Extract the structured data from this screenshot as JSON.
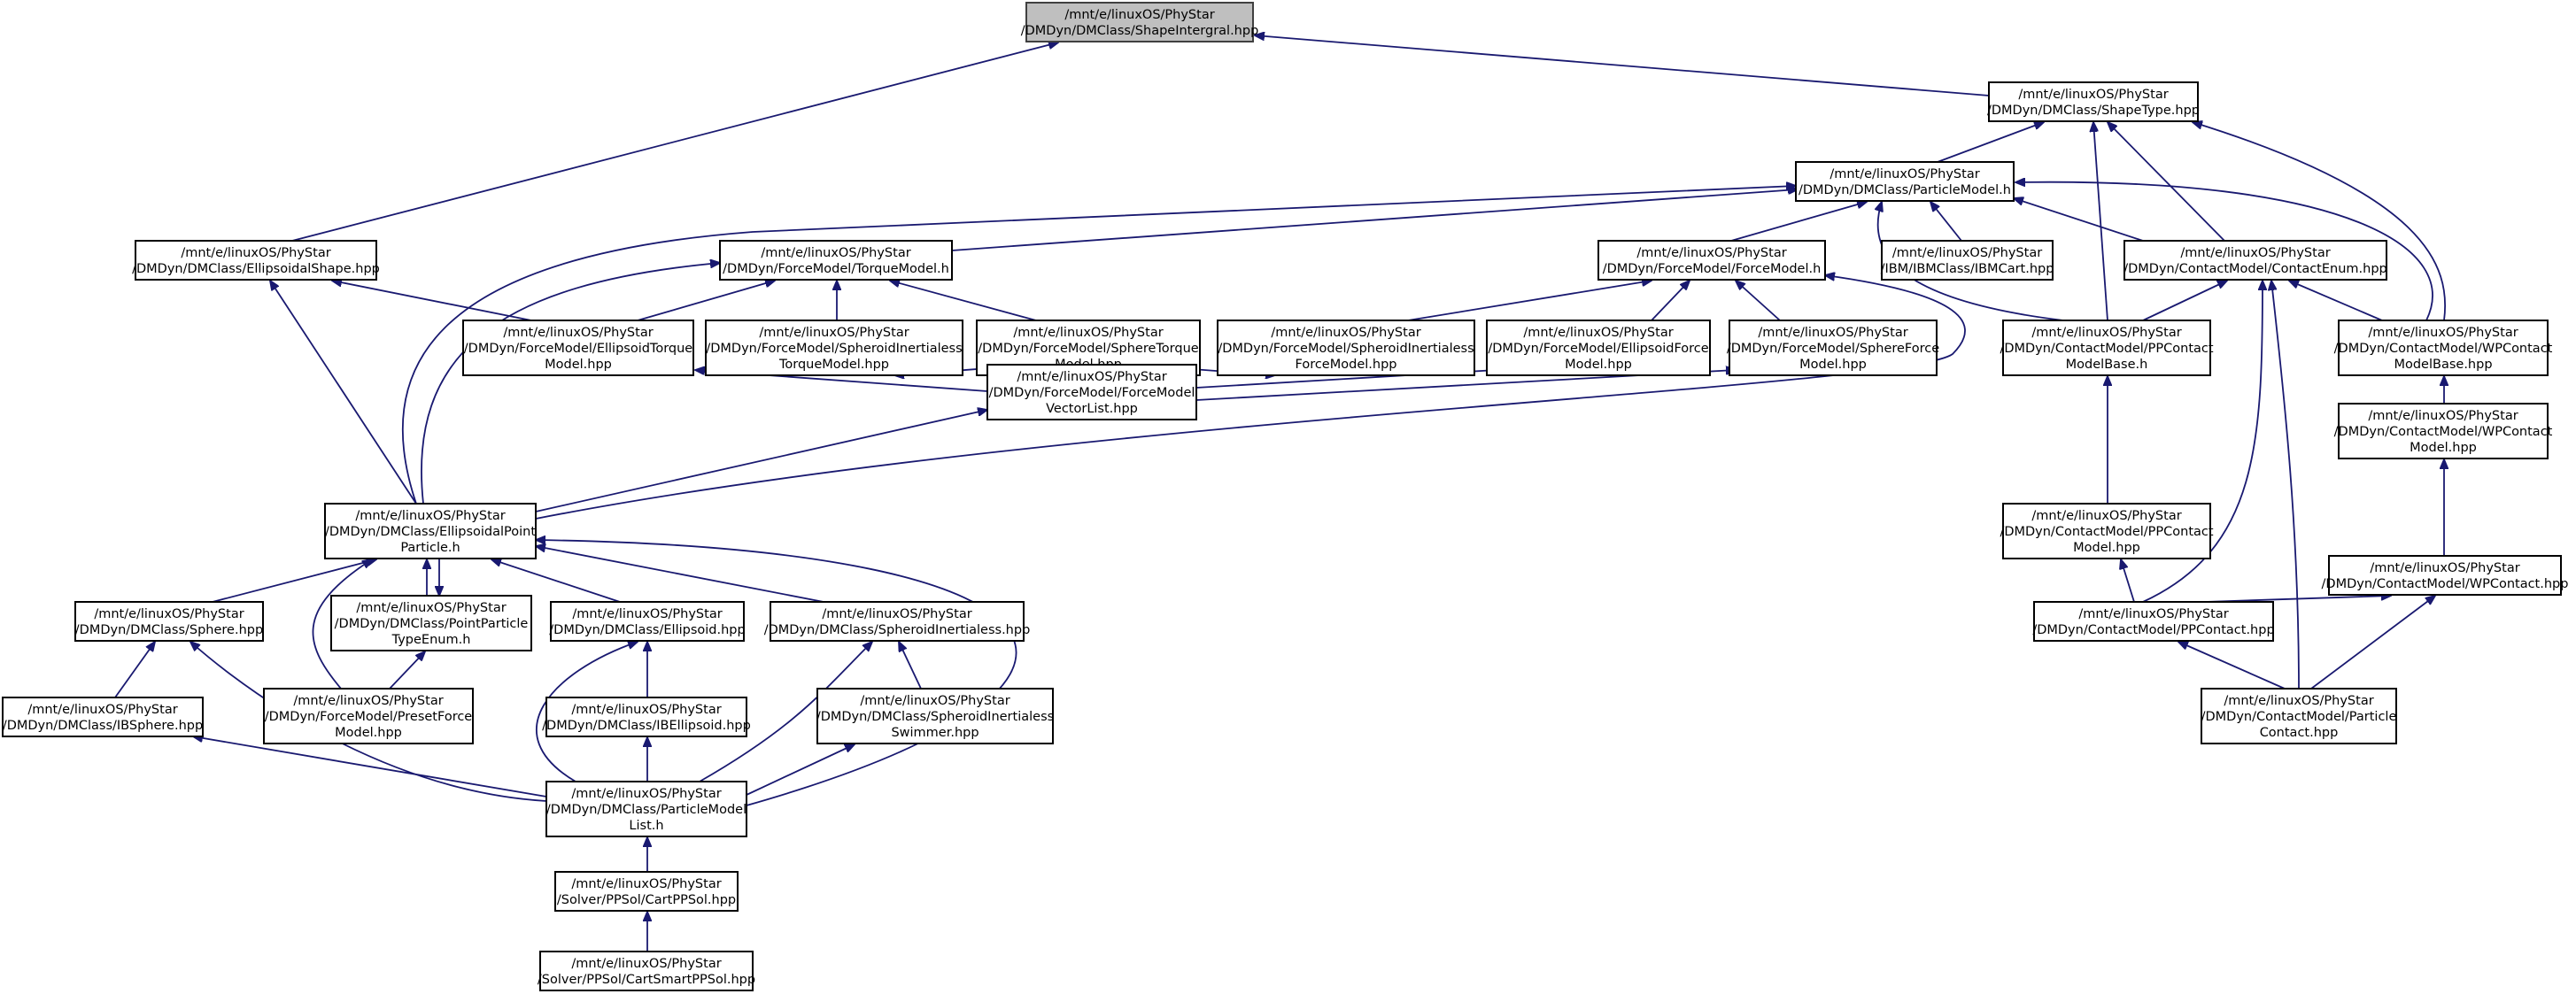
{
  "nodes": [
    {
      "id": "shapeintergral",
      "lines": [
        "/mnt/e/linuxOS/PhyStar",
        "/DMDyn/DMClass/ShapeIntergral.hpp"
      ],
      "root": true
    },
    {
      "id": "shapetype",
      "lines": [
        "/mnt/e/linuxOS/PhyStar",
        "/DMDyn/DMClass/ShapeType.hpp"
      ]
    },
    {
      "id": "particlemodel",
      "lines": [
        "/mnt/e/linuxOS/PhyStar",
        "/DMDyn/DMClass/ParticleModel.h"
      ]
    },
    {
      "id": "ellipsoidalshape",
      "lines": [
        "/mnt/e/linuxOS/PhyStar",
        "/DMDyn/DMClass/EllipsoidalShape.hpp"
      ]
    },
    {
      "id": "torquemodel",
      "lines": [
        "/mnt/e/linuxOS/PhyStar",
        "/DMDyn/ForceModel/TorqueModel.h"
      ]
    },
    {
      "id": "forcemodel",
      "lines": [
        "/mnt/e/linuxOS/PhyStar",
        "/DMDyn/ForceModel/ForceModel.h"
      ]
    },
    {
      "id": "ibmcart",
      "lines": [
        "/mnt/e/linuxOS/PhyStar",
        "/IBM/IBMClass/IBMCart.hpp"
      ]
    },
    {
      "id": "contactenum",
      "lines": [
        "/mnt/e/linuxOS/PhyStar",
        "/DMDyn/ContactModel/ContactEnum.hpp"
      ]
    },
    {
      "id": "ellipsoidtorque",
      "lines": [
        "/mnt/e/linuxOS/PhyStar",
        "/DMDyn/ForceModel/EllipsoidTorque",
        "Model.hpp"
      ]
    },
    {
      "id": "spheroidinertialesstorque",
      "lines": [
        "/mnt/e/linuxOS/PhyStar",
        "/DMDyn/ForceModel/SpheroidInertialess",
        "TorqueModel.hpp"
      ]
    },
    {
      "id": "spheretorque",
      "lines": [
        "/mnt/e/linuxOS/PhyStar",
        "/DMDyn/ForceModel/SphereTorque",
        "Model.hpp"
      ]
    },
    {
      "id": "spheroidinertialessforce",
      "lines": [
        "/mnt/e/linuxOS/PhyStar",
        "/DMDyn/ForceModel/SpheroidInertialess",
        "ForceModel.hpp"
      ]
    },
    {
      "id": "ellipsoidforce",
      "lines": [
        "/mnt/e/linuxOS/PhyStar",
        "/DMDyn/ForceModel/EllipsoidForce",
        "Model.hpp"
      ]
    },
    {
      "id": "sphereforce",
      "lines": [
        "/mnt/e/linuxOS/PhyStar",
        "/DMDyn/ForceModel/SphereForce",
        "Model.hpp"
      ]
    },
    {
      "id": "ppcontactmodelbase",
      "lines": [
        "/mnt/e/linuxOS/PhyStar",
        "/DMDyn/ContactModel/PPContact",
        "ModelBase.h"
      ]
    },
    {
      "id": "wpcontactmodelbase",
      "lines": [
        "/mnt/e/linuxOS/PhyStar",
        "/DMDyn/ContactModel/WPContact",
        "ModelBase.hpp"
      ]
    },
    {
      "id": "forcemodelvectorlist",
      "lines": [
        "/mnt/e/linuxOS/PhyStar",
        "/DMDyn/ForceModel/ForceModel",
        "VectorList.hpp"
      ]
    },
    {
      "id": "wpcontactmodel",
      "lines": [
        "/mnt/e/linuxOS/PhyStar",
        "/DMDyn/ContactModel/WPContact",
        "Model.hpp"
      ]
    },
    {
      "id": "ellipsoidalpointparticle",
      "lines": [
        "/mnt/e/linuxOS/PhyStar",
        "/DMDyn/DMClass/EllipsoidalPoint",
        "Particle.h"
      ]
    },
    {
      "id": "ppcontactmodel",
      "lines": [
        "/mnt/e/linuxOS/PhyStar",
        "/DMDyn/ContactModel/PPContact",
        "Model.hpp"
      ]
    },
    {
      "id": "wpcontact",
      "lines": [
        "/mnt/e/linuxOS/PhyStar",
        "/DMDyn/ContactModel/WPContact.hpp"
      ]
    },
    {
      "id": "sphere",
      "lines": [
        "/mnt/e/linuxOS/PhyStar",
        "/DMDyn/DMClass/Sphere.hpp"
      ]
    },
    {
      "id": "pointparticletypeenum",
      "lines": [
        "/mnt/e/linuxOS/PhyStar",
        "/DMDyn/DMClass/PointParticle",
        "TypeEnum.h"
      ]
    },
    {
      "id": "ellipsoid",
      "lines": [
        "/mnt/e/linuxOS/PhyStar",
        "/DMDyn/DMClass/Ellipsoid.hpp"
      ]
    },
    {
      "id": "spheroidinertialess",
      "lines": [
        "/mnt/e/linuxOS/PhyStar",
        "/DMDyn/DMClass/SpheroidInertialess.hpp"
      ]
    },
    {
      "id": "ppcontact",
      "lines": [
        "/mnt/e/linuxOS/PhyStar",
        "/DMDyn/ContactModel/PPContact.hpp"
      ]
    },
    {
      "id": "ibsphere",
      "lines": [
        "/mnt/e/linuxOS/PhyStar",
        "/DMDyn/DMClass/IBSphere.hpp"
      ]
    },
    {
      "id": "presetforce",
      "lines": [
        "/mnt/e/linuxOS/PhyStar",
        "/DMDyn/ForceModel/PresetForce",
        "Model.hpp"
      ]
    },
    {
      "id": "ibellipsoid",
      "lines": [
        "/mnt/e/linuxOS/PhyStar",
        "/DMDyn/DMClass/IBEllipsoid.hpp"
      ]
    },
    {
      "id": "spheroidinertialessswimmer",
      "lines": [
        "/mnt/e/linuxOS/PhyStar",
        "/DMDyn/DMClass/SpheroidInertialess",
        "Swimmer.hpp"
      ]
    },
    {
      "id": "particlecontact",
      "lines": [
        "/mnt/e/linuxOS/PhyStar",
        "/DMDyn/ContactModel/Particle",
        "Contact.hpp"
      ]
    },
    {
      "id": "particlemodellist",
      "lines": [
        "/mnt/e/linuxOS/PhyStar",
        "/DMDyn/DMClass/ParticleModel",
        "List.h"
      ]
    },
    {
      "id": "cartppsol",
      "lines": [
        "/mnt/e/linuxOS/PhyStar",
        "/Solver/PPSol/CartPPSol.hpp"
      ]
    },
    {
      "id": "cartsmartppsol",
      "lines": [
        "/mnt/e/linuxOS/PhyStar",
        "/Solver/PPSol/CartSmartPPSol.hpp"
      ]
    }
  ],
  "edges": [
    {
      "from": "shapetype",
      "to": "shapeintergral"
    },
    {
      "from": "ellipsoidalshape",
      "to": "shapeintergral"
    },
    {
      "from": "particlemodel",
      "to": "shapetype"
    },
    {
      "from": "ppcontactmodelbase",
      "to": "shapetype"
    },
    {
      "from": "contactenum",
      "to": "shapetype"
    },
    {
      "from": "wpcontactmodelbase",
      "to": "shapetype"
    },
    {
      "from": "torquemodel",
      "to": "particlemodel"
    },
    {
      "from": "forcemodel",
      "to": "particlemodel"
    },
    {
      "from": "ibmcart",
      "to": "particlemodel"
    },
    {
      "from": "contactenum",
      "to": "particlemodel"
    },
    {
      "from": "ppcontactmodelbase",
      "to": "particlemodel"
    },
    {
      "from": "wpcontactmodelbase",
      "to": "particlemodel"
    },
    {
      "from": "ellipsoidalpointparticle",
      "to": "particlemodel"
    },
    {
      "from": "ellipsoidtorque",
      "to": "ellipsoidalshape"
    },
    {
      "from": "ellipsoidalpointparticle",
      "to": "ellipsoidalshape"
    },
    {
      "from": "ellipsoidtorque",
      "to": "torquemodel"
    },
    {
      "from": "spheroidinertialesstorque",
      "to": "torquemodel"
    },
    {
      "from": "spheretorque",
      "to": "torquemodel"
    },
    {
      "from": "ellipsoidalpointparticle",
      "to": "torquemodel"
    },
    {
      "from": "spheroidinertialessforce",
      "to": "forcemodel"
    },
    {
      "from": "ellipsoidforce",
      "to": "forcemodel"
    },
    {
      "from": "sphereforce",
      "to": "forcemodel"
    },
    {
      "from": "ellipsoidalpointparticle",
      "to": "forcemodel"
    },
    {
      "from": "ppcontactmodelbase",
      "to": "contactenum"
    },
    {
      "from": "wpcontactmodelbase",
      "to": "contactenum"
    },
    {
      "from": "ppcontact",
      "to": "contactenum"
    },
    {
      "from": "particlecontact",
      "to": "contactenum"
    },
    {
      "from": "forcemodelvectorlist",
      "to": "ellipsoidtorque"
    },
    {
      "from": "forcemodelvectorlist",
      "to": "spheroidinertialesstorque"
    },
    {
      "from": "forcemodelvectorlist",
      "to": "spheretorque"
    },
    {
      "from": "forcemodelvectorlist",
      "to": "spheroidinertialessforce"
    },
    {
      "from": "forcemodelvectorlist",
      "to": "ellipsoidforce"
    },
    {
      "from": "forcemodelvectorlist",
      "to": "sphereforce"
    },
    {
      "from": "ellipsoidalpointparticle",
      "to": "forcemodelvectorlist"
    },
    {
      "from": "ppcontactmodel",
      "to": "ppcontactmodelbase"
    },
    {
      "from": "wpcontactmodel",
      "to": "wpcontactmodelbase"
    },
    {
      "from": "wpcontact",
      "to": "wpcontactmodel"
    },
    {
      "from": "ppcontact",
      "to": "ppcontactmodel"
    },
    {
      "from": "ppcontact",
      "to": "wpcontact"
    },
    {
      "from": "particlecontact",
      "to": "wpcontact"
    },
    {
      "from": "particlecontact",
      "to": "ppcontact"
    },
    {
      "from": "sphere",
      "to": "ellipsoidalpointparticle"
    },
    {
      "from": "pointparticletypeenum",
      "to": "ellipsoidalpointparticle"
    },
    {
      "from": "ellipsoidalpointparticle",
      "to": "pointparticletypeenum"
    },
    {
      "from": "ellipsoid",
      "to": "ellipsoidalpointparticle"
    },
    {
      "from": "spheroidinertialess",
      "to": "ellipsoidalpointparticle"
    },
    {
      "from": "presetforce",
      "to": "ellipsoidalpointparticle"
    },
    {
      "from": "particlemodellist",
      "to": "ellipsoidalpointparticle"
    },
    {
      "from": "presetforce",
      "to": "pointparticletypeenum"
    },
    {
      "from": "ibsphere",
      "to": "sphere"
    },
    {
      "from": "particlemodellist",
      "to": "sphere"
    },
    {
      "from": "ibellipsoid",
      "to": "ellipsoid"
    },
    {
      "from": "particlemodellist",
      "to": "ellipsoid"
    },
    {
      "from": "spheroidinertialessswimmer",
      "to": "spheroidinertialess"
    },
    {
      "from": "particlemodellist",
      "to": "spheroidinertialess"
    },
    {
      "from": "particlemodellist",
      "to": "ibsphere"
    },
    {
      "from": "particlemodellist",
      "to": "ibellipsoid"
    },
    {
      "from": "particlemodellist",
      "to": "spheroidinertialessswimmer"
    },
    {
      "from": "cartppsol",
      "to": "particlemodellist"
    },
    {
      "from": "cartsmartppsol",
      "to": "cartppsol"
    }
  ],
  "colors": {
    "edge": "#191970",
    "root_fill": "#bfbfbf",
    "node_fill": "#ffffff",
    "node_border": "#000000"
  }
}
